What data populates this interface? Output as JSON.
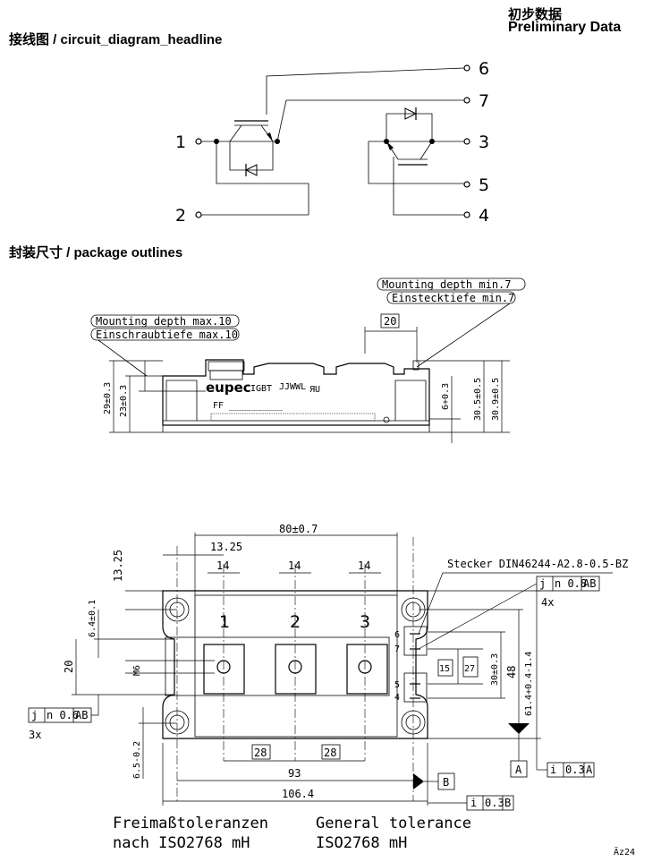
{
  "header": {
    "preliminary_cn": "初步数据",
    "preliminary_en": "Preliminary Data",
    "circuit_title": "接线图 / circuit_diagram_headline",
    "package_title": "封装尺寸 / package outlines"
  },
  "circuit": {
    "terminals": [
      "1",
      "2",
      "6",
      "7",
      "3",
      "5",
      "4"
    ]
  },
  "side_view": {
    "mounting_depth_max": "Mounting depth max.10",
    "einschraubtiefe": "Einschraubtiefe max.10",
    "mounting_depth_min": "Mounting depth min.7",
    "einstecktiefe": "Einstecktiefe min.7",
    "dim_20": "20",
    "dim_29": "29±0.3",
    "dim_23": "23±0.3",
    "dim_6": "6+0.3",
    "dim_30_5": "30.5±0.5",
    "dim_30_9": "30.9±0.5",
    "brand": "eupec",
    "igbt": "IGBT",
    "jjwwl": "JJWWL",
    "ur": "ЯU",
    "ff": "FF",
    "ff_dashes": "__________"
  },
  "top_view": {
    "dim_80": "80±0.7",
    "dim_13_25_h": "13.25",
    "dim_13_25_v": "13.25",
    "dim_14": [
      "14",
      "14",
      "14"
    ],
    "stecker": "Stecker DIN46244-A2.8-0.5-BZ",
    "ftol_1": {
      "sym": "j",
      "tol": "n 0.8",
      "ref": "AB"
    },
    "ftol_2": {
      "sym": "j",
      "tol": "n 0.6",
      "ref": "AB"
    },
    "ftol_3": {
      "sym": "i",
      "tol": "0.3",
      "ref": "A"
    },
    "ftol_4": {
      "sym": "i",
      "tol": "0.3",
      "ref": "B"
    },
    "count_4x": "4x",
    "count_3x": "3x",
    "pins": [
      "1",
      "2",
      "3"
    ],
    "aux_pins": [
      "7",
      "6",
      "5",
      "4"
    ],
    "dim_6_4": "6.4±0.1",
    "dim_20": "20",
    "dim_m6": "M6",
    "dim_6_5": "6.5-0.2",
    "dim_15": "15",
    "dim_27": "27",
    "dim_30": "30±0.3",
    "dim_48": "48",
    "dim_61_4": "61.4+0.4-1.4",
    "dim_28": [
      "28",
      "28"
    ],
    "dim_93": "93",
    "dim_106_4": "106.4",
    "datum_a": "A",
    "datum_b": "B"
  },
  "footer": {
    "tol_de_1": "Freimaßtoleranzen",
    "tol_de_2": "nach ISO2768 mH",
    "tol_en_1": "General tolerance",
    "tol_en_2": "ISO2768 mH",
    "revision": "Äz24"
  }
}
